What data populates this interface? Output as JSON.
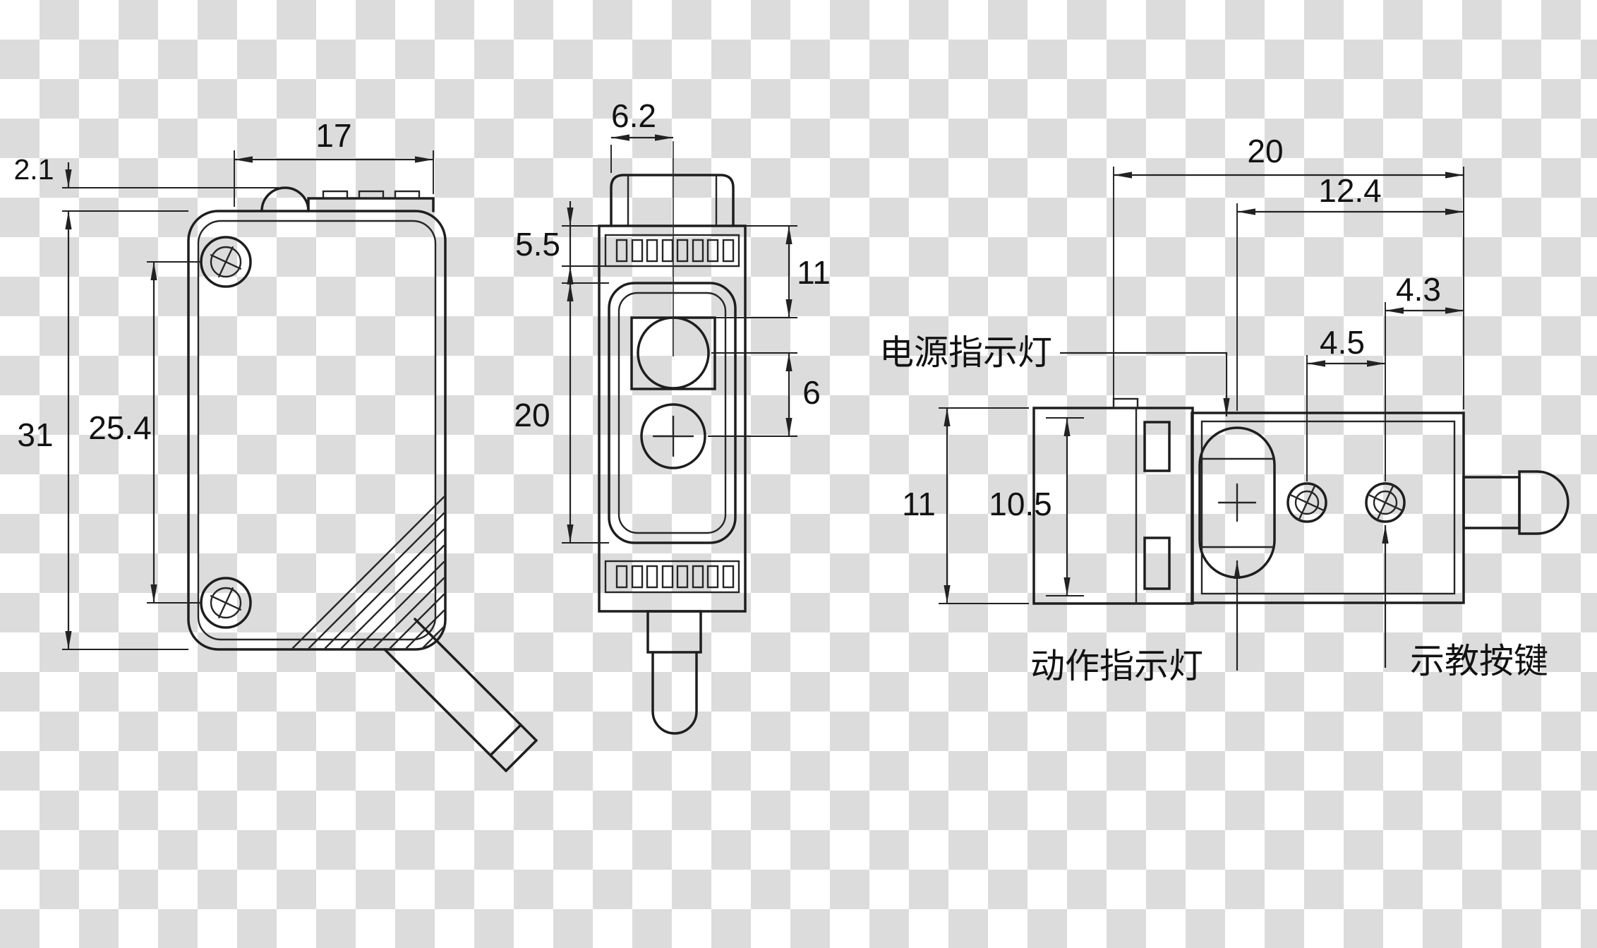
{
  "drawing": {
    "description": "sensor outline dimension drawing, three views",
    "units": "mm",
    "colors": {
      "line": "#1e1e1e",
      "checker_light": "#ffffff",
      "checker_gray": "#dcdcdc"
    },
    "front": {
      "dim_width": "17",
      "dim_cap_height": "2.1",
      "dim_height": "31",
      "dim_hole_spacing": "25.4"
    },
    "side": {
      "dim_connector_width": "6.2",
      "dim_top_section": "5.5",
      "dim_lens_offset": "11",
      "dim_window_height": "20",
      "dim_lens_spacing": "6"
    },
    "top": {
      "dim_width": "20",
      "dim_inner_width": "12.4",
      "dim_screw_to_edge": "4.3",
      "dim_screw_spacing": "4.5",
      "dim_depth": "11",
      "dim_inner_depth": "10.5",
      "label_power": "电源指示灯",
      "label_action": "动作指示灯",
      "label_teach": "示教按键"
    }
  }
}
